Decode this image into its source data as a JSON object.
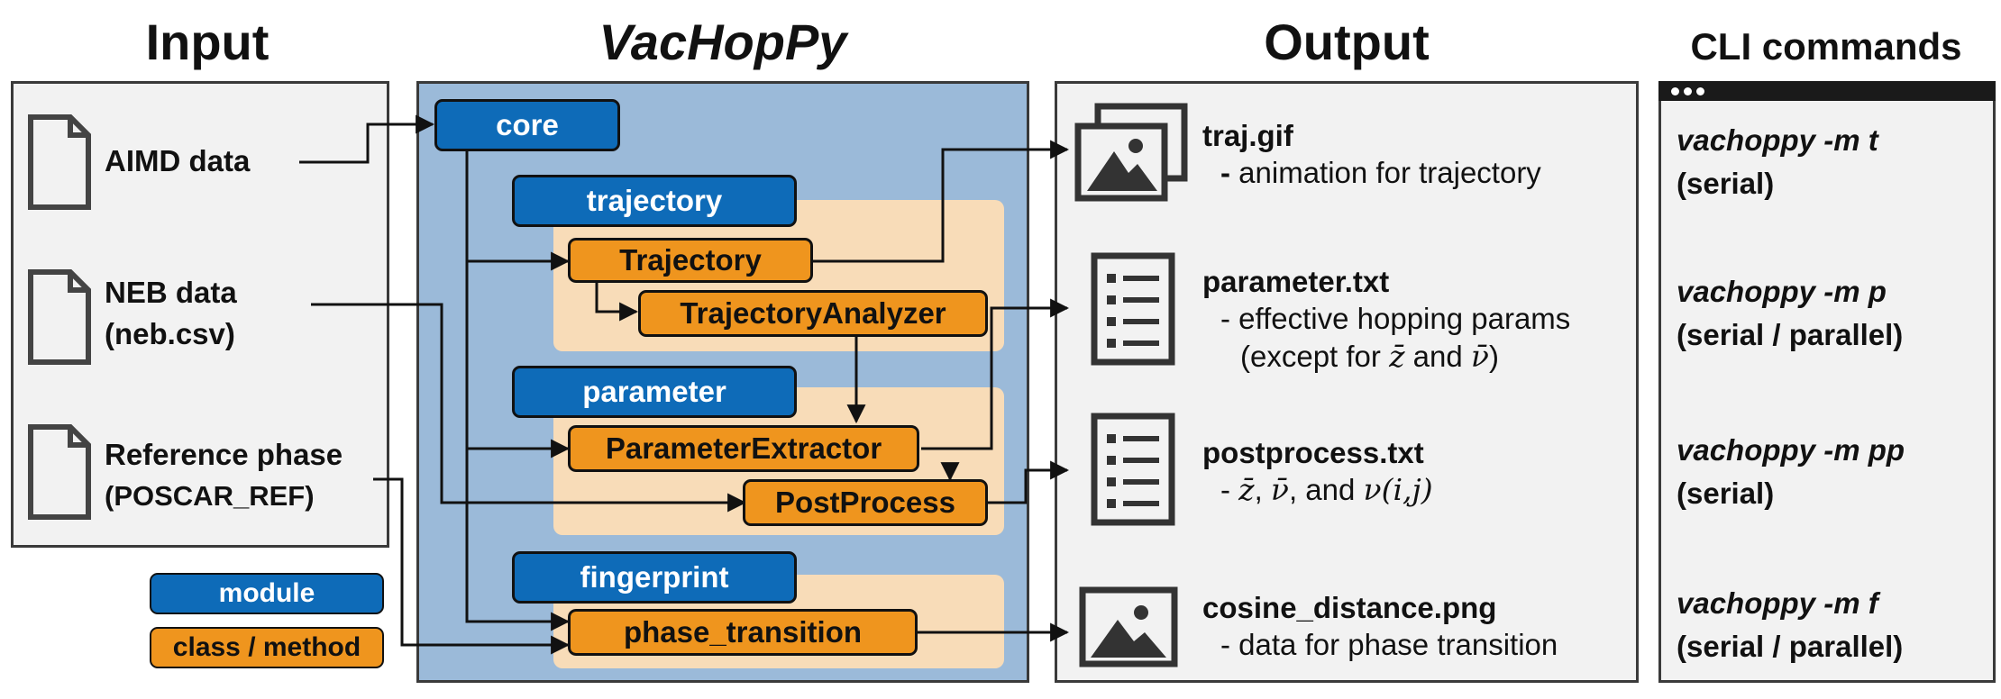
{
  "headings": {
    "input": "Input",
    "core": "VacHopPy",
    "output": "Output",
    "cli": "CLI commands"
  },
  "inputs": [
    {
      "l1": "AIMD data",
      "l2": ""
    },
    {
      "l1": "NEB data",
      "l2": "(neb.csv)"
    },
    {
      "l1": "Reference phase",
      "l2": "(POSCAR_REF)"
    }
  ],
  "legend": {
    "module": "module",
    "class": "class / method"
  },
  "modules": {
    "core": "core",
    "trajectory": "trajectory",
    "parameter": "parameter",
    "fingerprint": "fingerprint"
  },
  "classes": {
    "trajectory": "Trajectory",
    "analyzer": "TrajectoryAnalyzer",
    "extractor": "ParameterExtractor",
    "postprocess": "PostProcess",
    "phase": "phase_transition"
  },
  "outputs": [
    {
      "file": "traj.gif",
      "dash": "- ",
      "desc": "animation for trajectory"
    },
    {
      "file": "parameter.txt",
      "dash": "- ",
      "desc": "effective hopping params",
      "desc2a": "(except for ",
      "desc2b": "z̄",
      "desc2c": " and ",
      "desc2d": "ν̄",
      "desc2e": ")"
    },
    {
      "file": "postprocess.txt",
      "dash": "- ",
      "d1": "z̄",
      "d2": ", ",
      "d3": "ν̄",
      "d4": ", and ",
      "d5": "ν(i,j)"
    },
    {
      "file": "cosine_distance.png",
      "dash": "- ",
      "desc": "data for phase transition"
    }
  ],
  "cli": [
    {
      "cmd": "vachoppy -m t",
      "mode": "(serial)"
    },
    {
      "cmd": "vachoppy -m p",
      "mode": "(serial / parallel)"
    },
    {
      "cmd": "vachoppy -m pp",
      "mode": "(serial)"
    },
    {
      "cmd": "vachoppy -m f",
      "mode": "(serial / parallel)"
    }
  ],
  "icons": {
    "file": "file-icon",
    "image": "image-icon",
    "list": "list-icon",
    "window": "terminal-window-icon"
  },
  "colors": {
    "module": "#0e6bb8",
    "class": "#ef951e",
    "panel_bg": "#f2f2f2",
    "core_bg": "#9bbad9",
    "group_bg": "#f8dcb8"
  }
}
